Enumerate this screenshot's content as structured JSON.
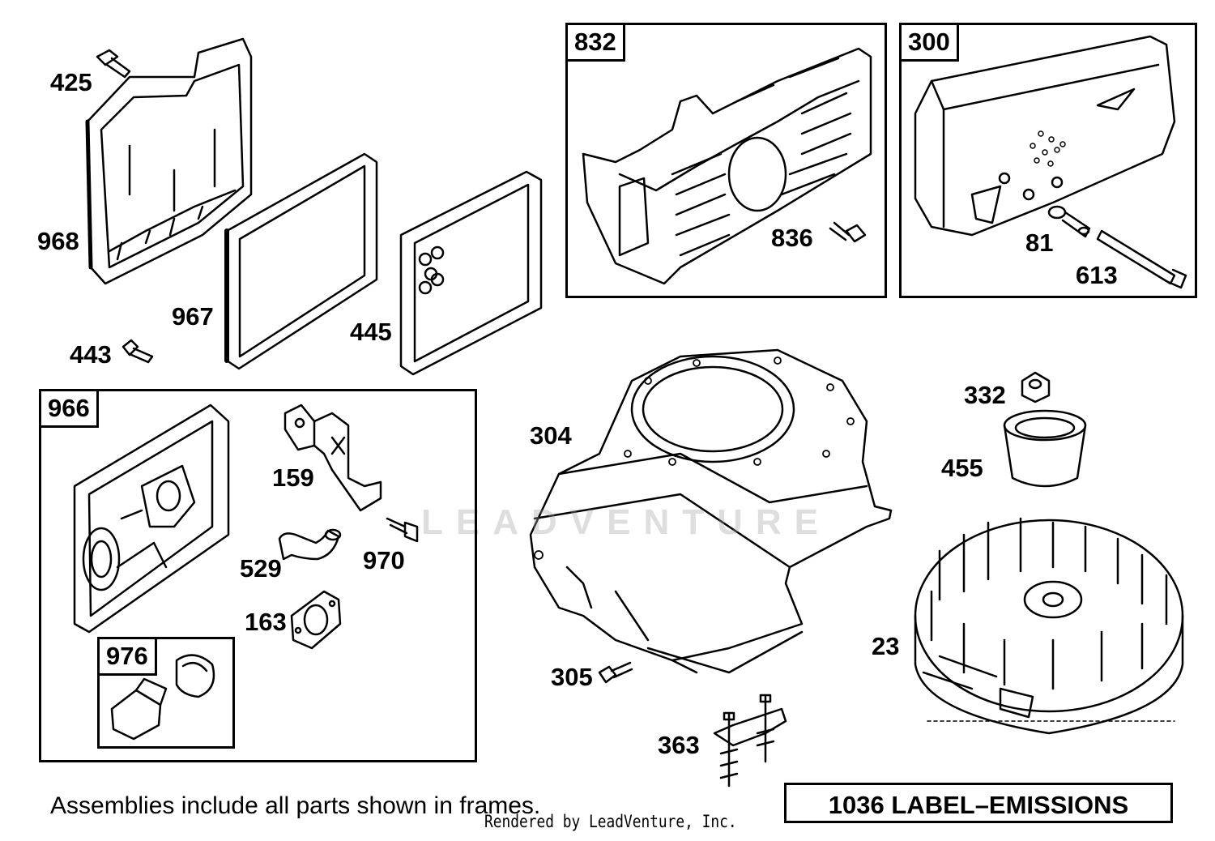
{
  "frames": {
    "f832": "832",
    "f300": "300",
    "f966": "966",
    "f976": "976"
  },
  "parts": {
    "p425": "425",
    "p968": "968",
    "p967": "967",
    "p443": "443",
    "p445": "445",
    "p836": "836",
    "p81": "81",
    "p613": "613",
    "p159": "159",
    "p529": "529",
    "p970": "970",
    "p163": "163",
    "p304": "304",
    "p305": "305",
    "p332": "332",
    "p455": "455",
    "p23": "23",
    "p363": "363"
  },
  "footnote": "Assemblies include all parts shown in frames.",
  "label_box": "1036 LABEL–EMISSIONS",
  "rendered_by": "Rendered by LeadVenture, Inc.",
  "watermark": "LEADVENTURE",
  "colors": {
    "line": "#000000",
    "background": "#ffffff",
    "watermark": "#a0a0a0"
  }
}
